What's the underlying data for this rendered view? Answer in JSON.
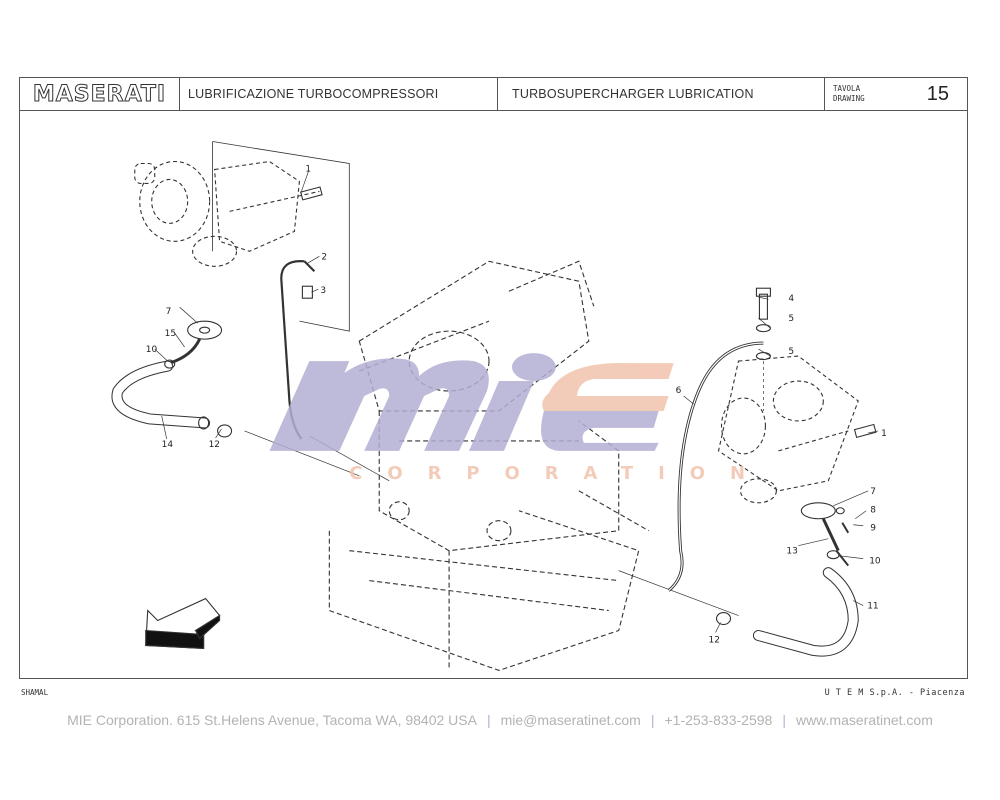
{
  "header": {
    "brand_logo": "MASERATI",
    "title_it": "LUBRIFICAZIONE TURBOCOMPRESSORI",
    "title_en": "TURBOSUPERCHARGER LUBRICATION",
    "drawing_label_it": "TAVOLA",
    "drawing_label_en": "DRAWING",
    "drawing_number": "15"
  },
  "drawing": {
    "part_callouts": [
      "1",
      "2",
      "3",
      "7",
      "15",
      "10",
      "14",
      "12",
      "4",
      "5",
      "5",
      "6",
      "1",
      "7",
      "8",
      "9",
      "13",
      "10",
      "11",
      "12"
    ],
    "direction_arrow": "front-arrow-icon"
  },
  "watermark": {
    "logo_text": "mie",
    "subtext": "CORPORATION",
    "colors": {
      "primary": "#b3aed3",
      "accent": "#f2c2ad"
    }
  },
  "footer": {
    "model": "SHAMAL",
    "publisher": "U T E M  S.p.A. - Piacenza"
  },
  "contact": {
    "company": "MIE Corporation. 615 St.Helens Avenue, Tacoma WA, 98402 USA",
    "email": "mie@maseratinet.com",
    "phone": "+1-253-833-2598",
    "website": "www.maseratinet.com",
    "separator": "|"
  }
}
